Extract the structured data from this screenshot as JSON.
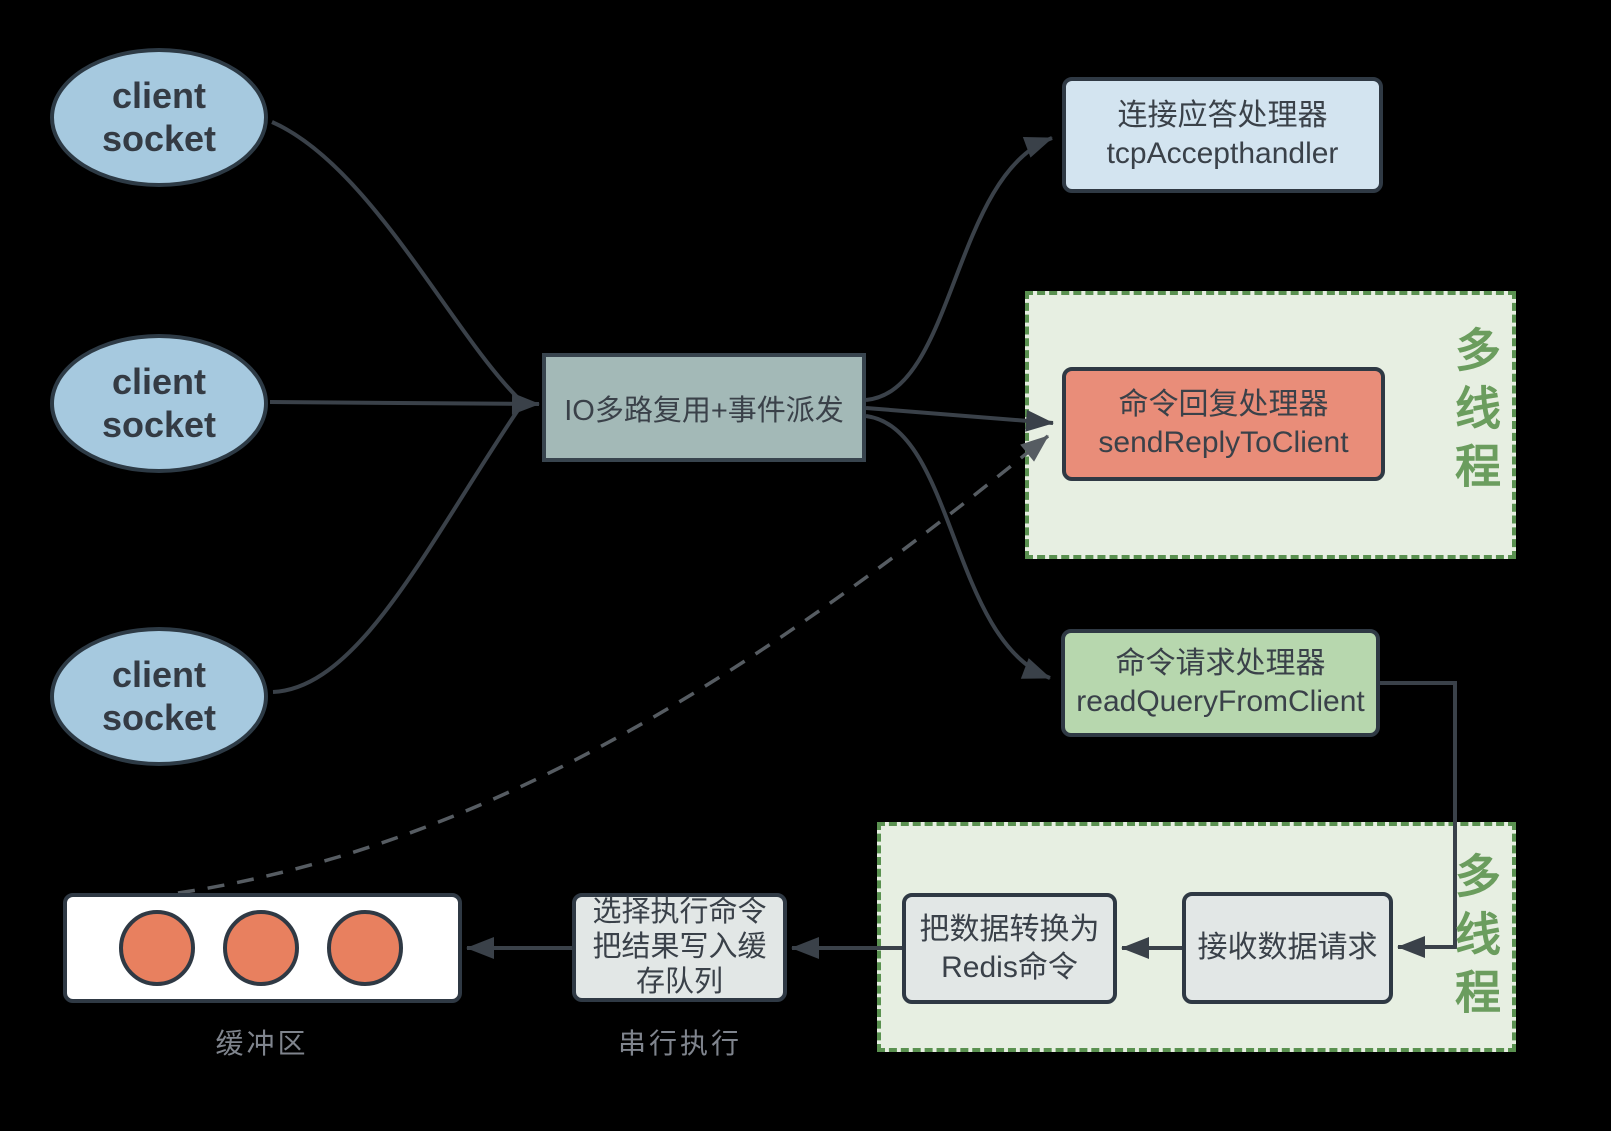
{
  "diagram": {
    "title_implicit": "Redis IO multiplexing and multi-thread event handling",
    "nodes": {
      "client_sockets": [
        "client socket",
        "client socket",
        "client socket"
      ],
      "multiplexer": "IO多路复用+事件派发",
      "tcp_accept_line1": "连接应答处理器",
      "tcp_accept_line2": "tcpAccepthandler",
      "send_reply_line1": "命令回复处理器",
      "send_reply_line2": "sendReplyToClient",
      "read_query_line1": "命令请求处理器",
      "read_query_line2": "readQueryFromClient",
      "receive_request": "接收数据请求",
      "convert_line1": "把数据转换为",
      "convert_line2": "Redis命令",
      "execute_line1": "选择执行命令",
      "execute_line2": "把结果写入缓",
      "execute_line3": "存队列",
      "buffer_caption": "缓冲区",
      "serial_caption": "串行执行",
      "multithread_top": "多线程",
      "multithread_bottom": "多线程"
    },
    "colors": {
      "background": "#000000",
      "ellipse_fill": "#a6c9df",
      "multiplexer_fill": "#a3b9b7",
      "tcp_accept_fill": "#d3e4f0",
      "send_reply_fill": "#e98d79",
      "read_query_fill": "#b7d7ae",
      "gray_box_fill": "#e2e7e6",
      "buffer_fill": "#ffffff",
      "buffer_circle_fill": "#e8805f",
      "zone_fill": "#e7efe2",
      "zone_border": "#5a9150",
      "zone_label_text": "#6b9d5e",
      "node_border": "#2f3944",
      "arrow": "#3a4149",
      "dashed_arrow": "#565c62",
      "caption_text": "#7f848d",
      "node_text": "#3a4149"
    }
  }
}
